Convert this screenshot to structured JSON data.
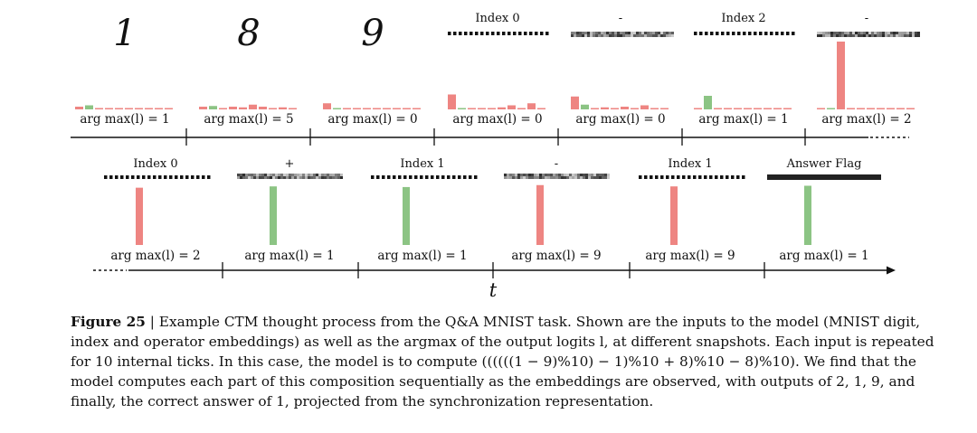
{
  "figure": {
    "time_axis_label": "t",
    "row1": {
      "inputs": [
        {
          "kind": "digit",
          "label": "1"
        },
        {
          "kind": "digit",
          "label": "8"
        },
        {
          "kind": "digit",
          "label": "9"
        },
        {
          "kind": "index",
          "label": "Index 0"
        },
        {
          "kind": "operator",
          "label": "-"
        },
        {
          "kind": "index",
          "label": "Index 2"
        },
        {
          "kind": "operator",
          "label": "-"
        }
      ],
      "outputs": [
        {
          "text": "arg max(l) = 1",
          "logits": [
            0.04,
            0.06,
            0.02,
            0.02,
            0.01,
            0.02,
            0.01,
            0.01,
            0.02,
            0.01
          ],
          "argmax": 1
        },
        {
          "text": "arg max(l) = 5",
          "logits": [
            0.04,
            0.05,
            0.02,
            0.04,
            0.03,
            0.07,
            0.04,
            0.02,
            0.03,
            0.02
          ],
          "argmax": 5
        },
        {
          "text": "arg max(l) = 0",
          "logits": [
            0.09,
            0.0,
            0.0,
            0.0,
            0.0,
            0.0,
            0.0,
            0.0,
            0.0,
            0.0
          ],
          "argmax": 0
        },
        {
          "text": "arg max(l) = 0",
          "logits": [
            0.22,
            0.0,
            0.0,
            0.0,
            0.0,
            0.03,
            0.06,
            0.0,
            0.09,
            0.0
          ],
          "argmax": 0
        },
        {
          "text": "arg max(l) = 0",
          "logits": [
            0.19,
            0.07,
            0.0,
            0.03,
            0.02,
            0.04,
            0.0,
            0.06,
            0.0,
            0.0
          ],
          "argmax": 0
        },
        {
          "text": "arg max(l) = 1",
          "logits": [
            0.01,
            0.2,
            0.0,
            0.0,
            0.02,
            0.0,
            0.0,
            0.0,
            0.02,
            0.0
          ],
          "argmax": 1
        },
        {
          "text": "arg max(l) = 2",
          "logits": [
            0.0,
            0.0,
            1.0,
            0.0,
            0.0,
            0.0,
            0.0,
            0.0,
            0.0,
            0.0
          ],
          "argmax": 2
        }
      ]
    },
    "row2": {
      "inputs": [
        {
          "kind": "index",
          "label": "Index 0"
        },
        {
          "kind": "operator",
          "label": "+"
        },
        {
          "kind": "index",
          "label": "Index 1"
        },
        {
          "kind": "operator",
          "label": "-"
        },
        {
          "kind": "index",
          "label": "Index 1"
        },
        {
          "kind": "flag",
          "label": "Answer Flag"
        }
      ],
      "outputs": [
        {
          "text": "arg max(l) = 2",
          "value": 0.88,
          "correct": false
        },
        {
          "text": "arg max(l) = 1",
          "value": 0.9,
          "correct": true
        },
        {
          "text": "arg max(l) = 1",
          "value": 0.89,
          "correct": true
        },
        {
          "text": "arg max(l) = 9",
          "value": 0.92,
          "correct": false
        },
        {
          "text": "arg max(l) = 9",
          "value": 0.9,
          "correct": false
        },
        {
          "text": "arg max(l) = 1",
          "value": 0.91,
          "correct": true
        }
      ]
    },
    "colors": {
      "correct": "#8cc484",
      "incorrect": "#ee8582",
      "axis": "#111111"
    }
  },
  "caption": {
    "label": "Figure 25",
    "separator": " | ",
    "text": "Example CTM thought process from the Q&A MNIST task. Shown are the inputs to the model (MNIST digit, index and operator embeddings) as well as the argmax of the output logits l, at different snapshots. Each input is repeated for 10 internal ticks. In this case, the model is to compute ((((((1 − 9)%10) − 1)%10 + 8)%10 − 8)%10). We find that the model computes each part of this composition sequentially as the embeddings are observed, with outputs of 2, 1, 9, and finally, the correct answer of 1, projected from the synchronization representation."
  }
}
